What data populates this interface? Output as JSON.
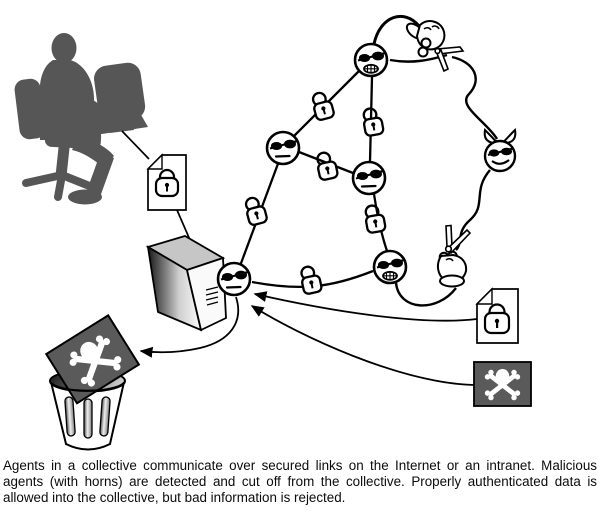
{
  "figure": {
    "caption": {
      "lines": [
        "Agents in a collective communicate over secured links on the Internet or an intranet. Malicious",
        "agents (with horns) are detected and cut off from the collective. Properly authenticated data is",
        "allowed into the collective, but bad information is rejected."
      ]
    },
    "colors": {
      "background": "#ffffff",
      "line": "#000000",
      "silhouette": "#565656",
      "card_gray": "#5a5a5a",
      "server_top": "#c6c6c6",
      "server_dark": "#232323",
      "server_mid": "#cfcfcf",
      "server_light": "#ffffff",
      "server_side": "#fafafa"
    },
    "icons": {
      "user_silhouette": "person-at-computer",
      "secure_document": "document-with-padlock",
      "server": "server-tower",
      "agent": "agent-face-sunglasses",
      "malicious_agent": "devil-face-horns",
      "link_lock": "padlock",
      "cut_link": "hand-with-scissors",
      "bad_document": "skull-crossbones-card",
      "rejection": "trash-can"
    },
    "inventory": {
      "agent_nodes": 5,
      "malicious_agents": 1,
      "padlocked_links": 6,
      "scissors_cuts": 2,
      "secure_documents": 2,
      "rejected_documents": 2
    }
  }
}
